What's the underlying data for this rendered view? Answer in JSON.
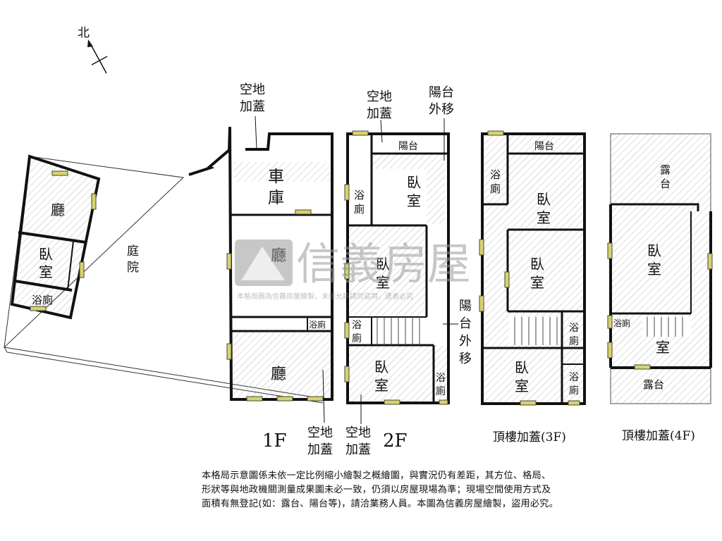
{
  "compass": {
    "label": "北"
  },
  "watermark": {
    "brand": "信義房屋",
    "line": "本格局圖為信義房屋繪製，未經允許請勿盜用，違者必究"
  },
  "outbuilding": {
    "hall": "廳",
    "bedroom_1": "臥",
    "bedroom_2": "室",
    "bath": "浴廁",
    "yard_1": "庭",
    "yard_2": "院"
  },
  "floor1": {
    "caption": "1F",
    "note_top_1": "空地",
    "note_top_2": "加蓋",
    "garage_1": "車",
    "garage_2": "庫",
    "hall_upper": "廳",
    "bath": "浴廁",
    "hall_lower": "廳",
    "note_bottom_1": "空地",
    "note_bottom_2": "加蓋"
  },
  "floor2": {
    "caption": "2F",
    "note_top_1": "空地",
    "note_top_2": "加蓋",
    "balcony_move_1": "陽台",
    "balcony_move_2": "外移",
    "balcony": "陽台",
    "bath_upper_1": "浴",
    "bath_upper_2": "廁",
    "bedroom_upper_1": "臥",
    "bedroom_upper_2": "室",
    "bedroom_mid_1": "臥",
    "bedroom_mid_2": "室",
    "bath_mid_1": "浴",
    "bath_mid_2": "廁",
    "side_1": "陽",
    "side_2": "台",
    "side_3": "外",
    "side_4": "移",
    "bedroom_lower_1": "臥",
    "bedroom_lower_2": "室",
    "bath_lower_1": "浴",
    "bath_lower_2": "廁",
    "note_bottom_1": "空地",
    "note_bottom_2": "加蓋"
  },
  "floor3": {
    "caption": "頂樓加蓋(3F)",
    "balcony": "陽台",
    "bath_upper_1": "浴",
    "bath_upper_2": "廁",
    "bedroom_upper_1": "臥",
    "bedroom_upper_2": "室",
    "bedroom_mid_1": "臥",
    "bedroom_mid_2": "室",
    "bath_mid_1": "浴",
    "bath_mid_2": "廁",
    "bedroom_lower_1": "臥",
    "bedroom_lower_2": "室",
    "bath_lower_1": "浴",
    "bath_lower_2": "廁"
  },
  "floor4": {
    "caption": "頂樓加蓋(4F)",
    "terrace_top_1": "露",
    "terrace_top_2": "台",
    "bedroom_1": "臥",
    "bedroom_2": "室",
    "bath": "浴廁",
    "room": "室",
    "terrace_bottom": "露台"
  },
  "disclaimer": {
    "line1": "本格局示意圖係未依一定比例縮小繪製之概繪圖，與實況仍有差距，其方位、格局、",
    "line2": "形狀等與地政機關測量成果圖未必一致，仍須以房屋現場為準；現場空間使用方式及",
    "line3": "面積有無登記(如：露台、陽台等)，請洽業務人員。本圖為信義房屋繪製，盜用必究。"
  },
  "colors": {
    "wall": "#111111",
    "hatch": "#b9b9b9",
    "window": "#d8d36a",
    "watermark": "#9a9a9a"
  }
}
